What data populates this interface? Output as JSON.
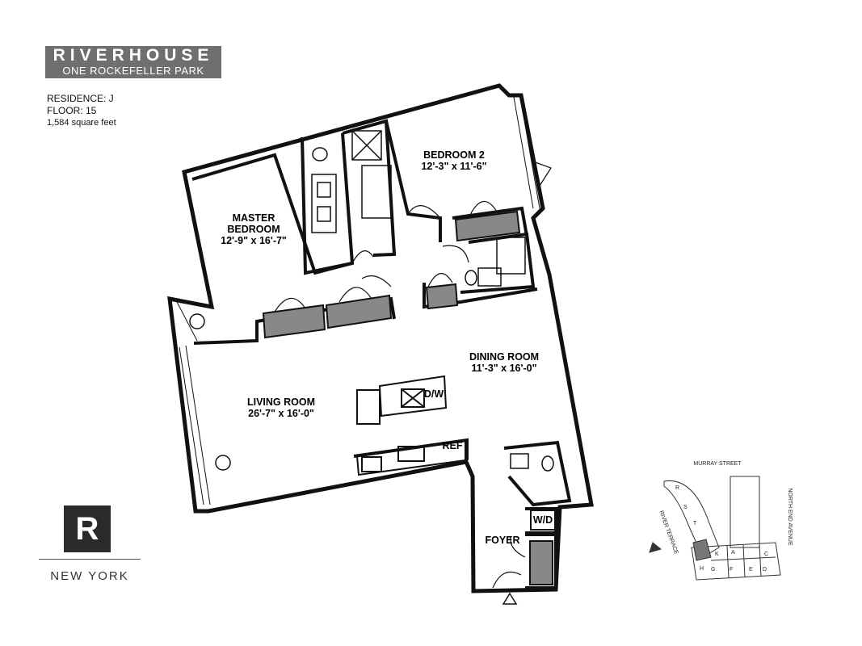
{
  "brand": {
    "name": "RIVERHOUSE",
    "subtitle": "ONE ROCKEFELLER PARK",
    "badge_letter": "R",
    "city": "NEW YORK"
  },
  "residence": {
    "residence": "RESIDENCE: J",
    "floor": "FLOOR: 15",
    "area": "1,584 square feet"
  },
  "rooms": {
    "master_name": "MASTER",
    "master_name2": "BEDROOM",
    "master_dims": "12'-9\" x 16'-7\"",
    "bed2_name": "BEDROOM 2",
    "bed2_dims": "12'-3\" x 11'-6\"",
    "living_name": "LIVING ROOM",
    "living_dims": "26'-7\" x 16'-0\"",
    "dining_name": "DINING ROOM",
    "dining_dims": "11'-3\" x 16'-0\"",
    "foyer": "FOYER",
    "dw": "D/W",
    "ref": "REF",
    "wd": "W/D"
  },
  "keyplan": {
    "street_north": "MURRAY STREET",
    "street_east": "NORTH END AVENUE",
    "street_west": "RIVER TERRACE",
    "units": [
      "R",
      "S",
      "T",
      "K",
      "A",
      "C",
      "H",
      "G",
      "F",
      "E",
      "D"
    ]
  }
}
